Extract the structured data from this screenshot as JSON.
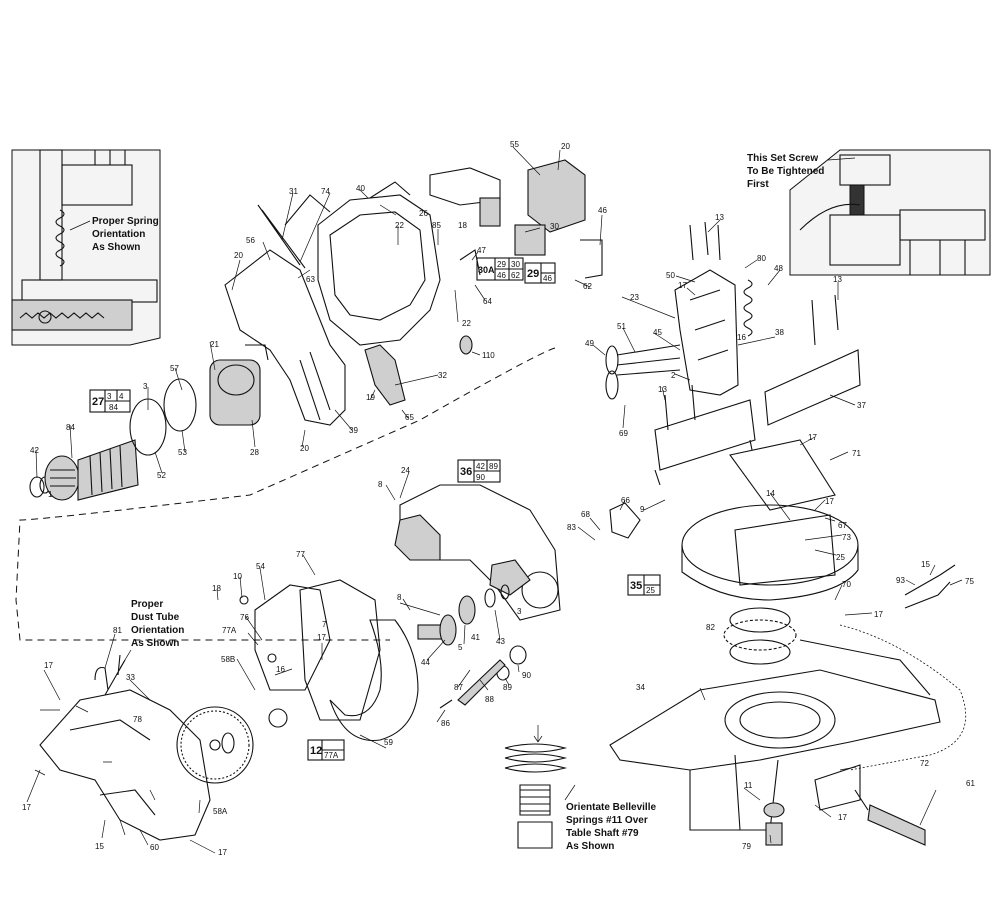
{
  "notes": {
    "spring": [
      "Proper Spring",
      "Orientation",
      "As Shown"
    ],
    "setscrew": [
      "This Set Screw",
      "To Be Tightened",
      "First"
    ],
    "dusttube": [
      "Proper",
      "Dust Tube",
      "Orientation",
      "As Shown"
    ],
    "belleville": [
      "Orientate Belleville",
      "Springs #11 Over",
      "Table Shaft #79",
      "As Shown"
    ]
  },
  "boxes": {
    "b27": {
      "main": "27",
      "a": "3",
      "b": "4",
      "c": "84"
    },
    "b30a": {
      "main": "30A",
      "a": "29",
      "b": "30",
      "c": "46",
      "d": "62"
    },
    "b29": {
      "main": "29",
      "a": "46"
    },
    "b36": {
      "main": "36",
      "a": "42",
      "b": "89",
      "c": "90"
    },
    "b35": {
      "main": "35",
      "a": "25"
    },
    "b12": {
      "main": "12",
      "a": "77A"
    }
  },
  "parts": {
    "p55": "55",
    "p20a": "20",
    "p46a": "46",
    "p30": "30",
    "p47": "47",
    "p85": "85",
    "p18a": "18",
    "p22a": "22",
    "p22b": "22",
    "p40": "40",
    "p26": "26",
    "p74": "74",
    "p31": "31",
    "p56": "56",
    "p63": "63",
    "p64": "64",
    "p62": "62",
    "p20b": "20",
    "p110": "110",
    "p21": "21",
    "p57": "57",
    "p3a": "3",
    "p32": "32",
    "p19": "19",
    "p65": "65",
    "p39": "39",
    "p28": "28",
    "p20c": "20",
    "p53": "53",
    "p52": "52",
    "p42": "42",
    "p84": "84",
    "p1": "1",
    "p13a": "13",
    "p80": "80",
    "p48": "48",
    "p13b": "13",
    "p50": "50",
    "p17a": "17",
    "p23": "23",
    "p51": "51",
    "p45": "45",
    "p49": "49",
    "p16a": "16",
    "p38": "38",
    "p2": "2",
    "p13c": "13",
    "p69": "69",
    "p37": "37",
    "p17b": "17",
    "p71": "71",
    "p24": "24",
    "p8a": "8",
    "p9": "9",
    "p66": "66",
    "p68": "68",
    "p83": "83",
    "p14": "14",
    "p17c": "17",
    "p67": "67",
    "p73": "73",
    "p25": "25",
    "p15a": "15",
    "p93": "93",
    "p75": "75",
    "p70": "70",
    "p17d": "17",
    "p77": "77",
    "p54": "54",
    "p18b": "18",
    "p10": "10",
    "p8b": "8",
    "p76": "76",
    "p77a": "77A",
    "p7": "7",
    "p58b": "58B",
    "p16b": "16",
    "p17e": "17",
    "p3b": "3",
    "p43": "43",
    "p5": "5",
    "p41": "41",
    "p44": "44",
    "p81": "81",
    "p33": "33",
    "p17f": "17",
    "p78": "78",
    "p59": "59",
    "p89": "89",
    "p88": "88",
    "p90": "90",
    "p86": "86",
    "p87": "87",
    "p82": "82",
    "p34": "34",
    "p72": "72",
    "p61": "61",
    "p11": "11",
    "p17g": "17",
    "p79": "79",
    "p17h": "17",
    "p58a": "58A",
    "p60": "60",
    "p15b": "15",
    "p17i": "17"
  }
}
